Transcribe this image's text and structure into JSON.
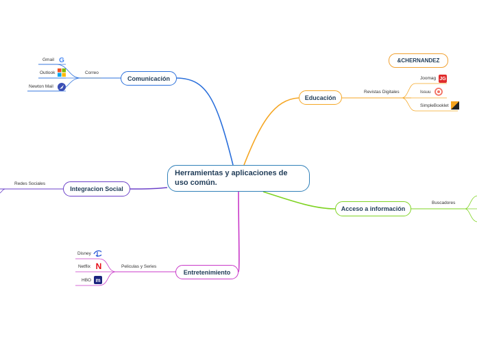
{
  "root": {
    "title": "Herramientas y aplicaciones de uso común."
  },
  "author": "&CHERNANDEZ",
  "branches": {
    "comunicacion": {
      "label": "Comunicación",
      "color": "#2a6fdb",
      "sub": "Correo",
      "items": [
        {
          "label": "Gmail",
          "icon": "google-icon"
        },
        {
          "label": "Outlook",
          "icon": "microsoft-icon"
        },
        {
          "label": "Newton Mail",
          "icon": "newton-icon"
        }
      ]
    },
    "educacion": {
      "label": "Educación",
      "color": "#f5a623",
      "sub": "Revistas Digitales",
      "items": [
        {
          "label": "Joomag",
          "icon": "joomag-icon"
        },
        {
          "label": "Issuu",
          "icon": "issuu-icon"
        },
        {
          "label": "SimpleBooklet",
          "icon": "simplebooklet-icon"
        }
      ]
    },
    "social": {
      "label": "Integracion Social",
      "color": "#6a3fc8",
      "sub": "Redes Sociales"
    },
    "acceso": {
      "label": "Acceso a información",
      "color": "#7ed321",
      "sub": "Buscadores"
    },
    "entretenimiento": {
      "label": "Entretenimiento",
      "color": "#c837c8",
      "sub": "Peliculas y Series",
      "items": [
        {
          "label": "Disney",
          "icon": "disney-icon"
        },
        {
          "label": "Netflix",
          "icon": "netflix-icon"
        },
        {
          "label": "HBO",
          "icon": "hbo-icon"
        }
      ]
    }
  }
}
